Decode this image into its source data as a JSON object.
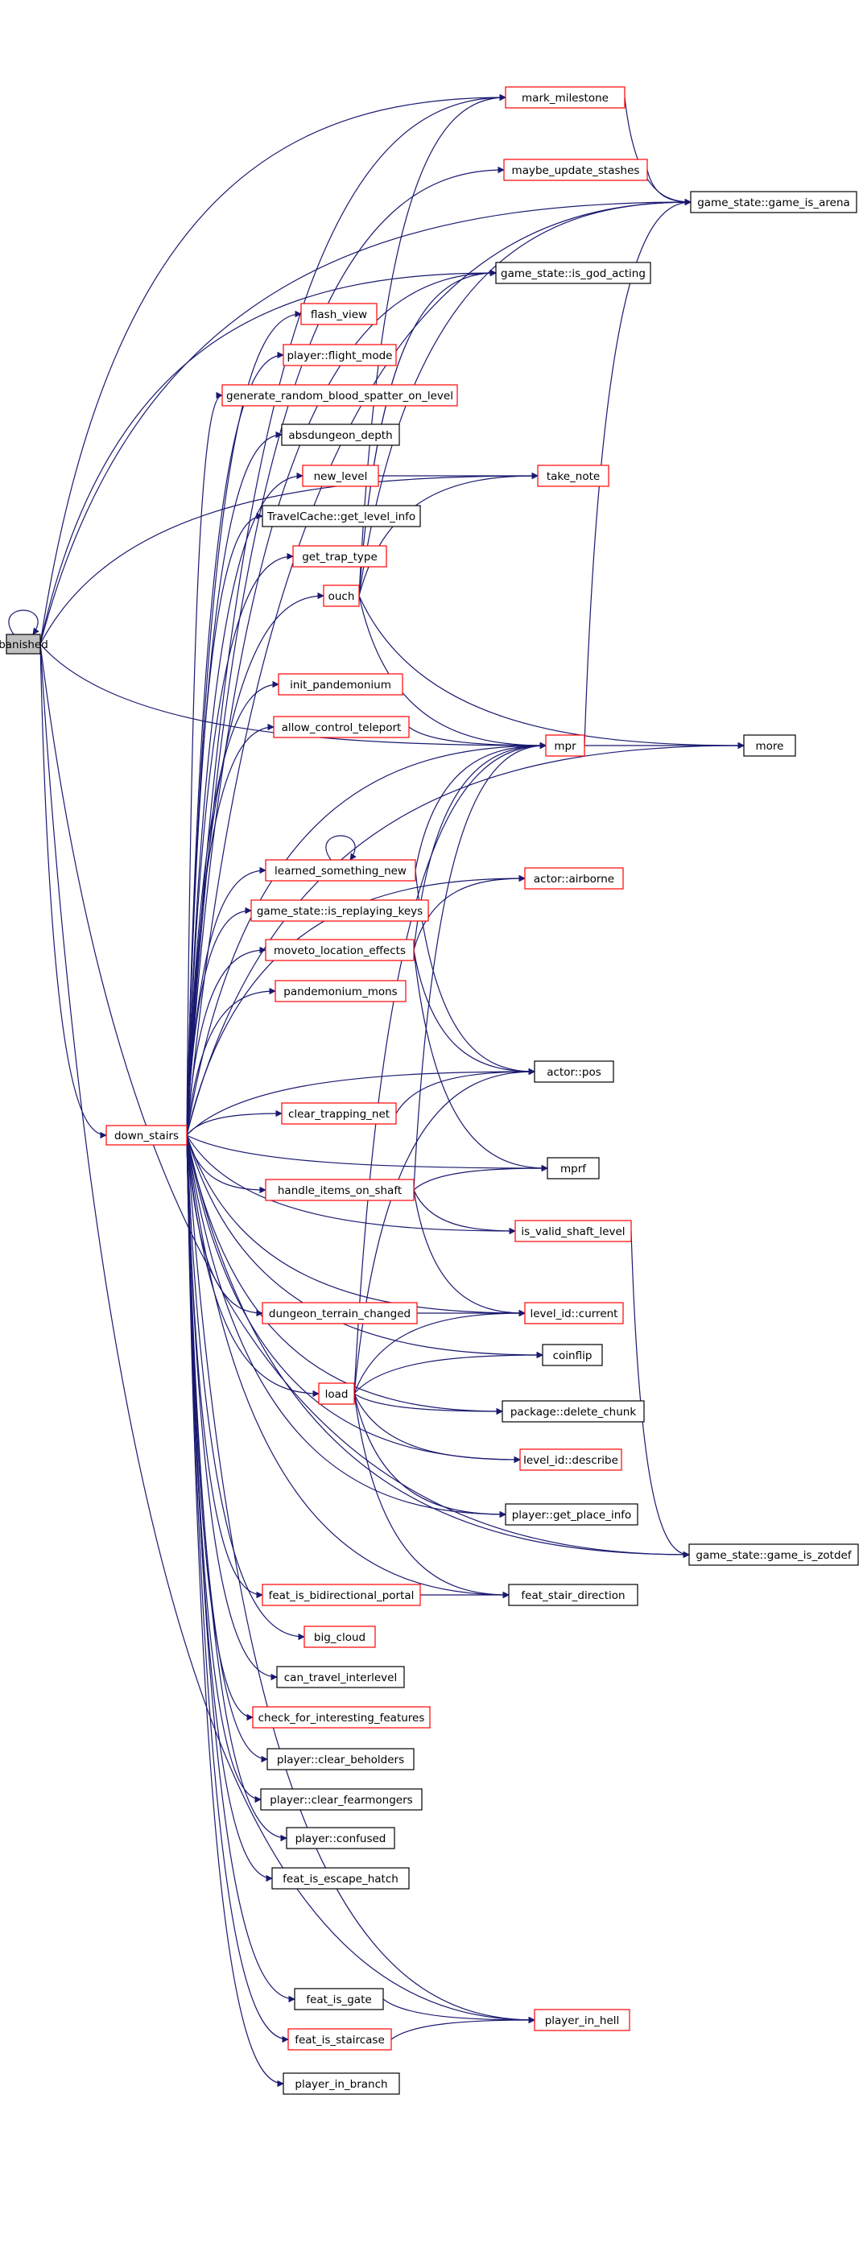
{
  "graph": {
    "colors": {
      "edge": "#191970",
      "incomplete_border": "#ff0000",
      "complete_border": "#000000",
      "root_fill": "#bfbfbf"
    },
    "nodes": [
      {
        "id": "banished",
        "label": "banished",
        "style": "root"
      },
      {
        "id": "down_stairs",
        "label": "down_stairs",
        "style": "red"
      },
      {
        "id": "mark_milestone",
        "label": "mark_milestone",
        "style": "red"
      },
      {
        "id": "maybe_update_stashes",
        "label": "maybe_update_stashes",
        "style": "red"
      },
      {
        "id": "game_is_arena",
        "label": "game_state::game_is_arena",
        "style": "black"
      },
      {
        "id": "is_god_acting",
        "label": "game_state::is_god_acting",
        "style": "black"
      },
      {
        "id": "flash_view",
        "label": "flash_view",
        "style": "red"
      },
      {
        "id": "flight_mode",
        "label": "player::flight_mode",
        "style": "red"
      },
      {
        "id": "blood_spatter",
        "label": "generate_random_blood_spatter_on_level",
        "style": "red"
      },
      {
        "id": "absdungeon_depth",
        "label": "absdungeon_depth",
        "style": "black"
      },
      {
        "id": "new_level",
        "label": "new_level",
        "style": "red"
      },
      {
        "id": "take_note",
        "label": "take_note",
        "style": "red"
      },
      {
        "id": "get_level_info",
        "label": "TravelCache::get_level_info",
        "style": "black"
      },
      {
        "id": "get_trap_type",
        "label": "get_trap_type",
        "style": "red"
      },
      {
        "id": "ouch",
        "label": "ouch",
        "style": "red"
      },
      {
        "id": "init_pandemonium",
        "label": "init_pandemonium",
        "style": "red"
      },
      {
        "id": "allow_control_teleport",
        "label": "allow_control_teleport",
        "style": "red"
      },
      {
        "id": "mpr",
        "label": "mpr",
        "style": "red"
      },
      {
        "id": "more",
        "label": "more",
        "style": "black"
      },
      {
        "id": "learned_something_new",
        "label": "learned_something_new",
        "style": "red"
      },
      {
        "id": "actor_airborne",
        "label": "actor::airborne",
        "style": "red"
      },
      {
        "id": "is_replaying_keys",
        "label": "game_state::is_replaying_keys",
        "style": "red"
      },
      {
        "id": "moveto_location_effects",
        "label": "moveto_location_effects",
        "style": "red"
      },
      {
        "id": "pandemonium_mons",
        "label": "pandemonium_mons",
        "style": "red"
      },
      {
        "id": "actor_pos",
        "label": "actor::pos",
        "style": "black"
      },
      {
        "id": "clear_trapping_net",
        "label": "clear_trapping_net",
        "style": "red"
      },
      {
        "id": "mprf",
        "label": "mprf",
        "style": "black"
      },
      {
        "id": "handle_items_on_shaft",
        "label": "handle_items_on_shaft",
        "style": "red"
      },
      {
        "id": "is_valid_shaft_level",
        "label": "is_valid_shaft_level",
        "style": "red"
      },
      {
        "id": "dungeon_terrain_changed",
        "label": "dungeon_terrain_changed",
        "style": "red"
      },
      {
        "id": "level_id_current",
        "label": "level_id::current",
        "style": "red"
      },
      {
        "id": "coinflip",
        "label": "coinflip",
        "style": "black"
      },
      {
        "id": "load",
        "label": "load",
        "style": "red"
      },
      {
        "id": "delete_chunk",
        "label": "package::delete_chunk",
        "style": "black"
      },
      {
        "id": "level_id_describe",
        "label": "level_id::describe",
        "style": "red"
      },
      {
        "id": "get_place_info",
        "label": "player::get_place_info",
        "style": "black"
      },
      {
        "id": "game_is_zotdef",
        "label": "game_state::game_is_zotdef",
        "style": "black"
      },
      {
        "id": "feat_is_bidirectional_portal",
        "label": "feat_is_bidirectional_portal",
        "style": "red"
      },
      {
        "id": "feat_stair_direction",
        "label": "feat_stair_direction",
        "style": "black"
      },
      {
        "id": "big_cloud",
        "label": "big_cloud",
        "style": "red"
      },
      {
        "id": "can_travel_interlevel",
        "label": "can_travel_interlevel",
        "style": "black"
      },
      {
        "id": "check_for_interesting_features",
        "label": "check_for_interesting_features",
        "style": "red"
      },
      {
        "id": "clear_beholders",
        "label": "player::clear_beholders",
        "style": "black"
      },
      {
        "id": "clear_fearmongers",
        "label": "player::clear_fearmongers",
        "style": "black"
      },
      {
        "id": "player_confused",
        "label": "player::confused",
        "style": "black"
      },
      {
        "id": "feat_is_escape_hatch",
        "label": "feat_is_escape_hatch",
        "style": "black"
      },
      {
        "id": "feat_is_gate",
        "label": "feat_is_gate",
        "style": "black"
      },
      {
        "id": "feat_is_staircase",
        "label": "feat_is_staircase",
        "style": "red"
      },
      {
        "id": "player_in_hell",
        "label": "player_in_hell",
        "style": "red"
      },
      {
        "id": "player_in_branch",
        "label": "player_in_branch",
        "style": "black"
      }
    ],
    "edges": [
      [
        "banished",
        "banished"
      ],
      [
        "banished",
        "down_stairs"
      ],
      [
        "banished",
        "mark_milestone"
      ],
      [
        "banished",
        "game_is_arena"
      ],
      [
        "banished",
        "is_god_acting"
      ],
      [
        "banished",
        "take_note"
      ],
      [
        "banished",
        "mpr"
      ],
      [
        "banished",
        "player_in_hell"
      ],
      [
        "banished",
        "game_is_zotdef"
      ],
      [
        "down_stairs",
        "mark_milestone"
      ],
      [
        "down_stairs",
        "maybe_update_stashes"
      ],
      [
        "down_stairs",
        "game_is_arena"
      ],
      [
        "down_stairs",
        "is_god_acting"
      ],
      [
        "down_stairs",
        "flash_view"
      ],
      [
        "down_stairs",
        "flight_mode"
      ],
      [
        "down_stairs",
        "blood_spatter"
      ],
      [
        "down_stairs",
        "absdungeon_depth"
      ],
      [
        "down_stairs",
        "new_level"
      ],
      [
        "down_stairs",
        "get_level_info"
      ],
      [
        "down_stairs",
        "get_trap_type"
      ],
      [
        "down_stairs",
        "ouch"
      ],
      [
        "down_stairs",
        "init_pandemonium"
      ],
      [
        "down_stairs",
        "allow_control_teleport"
      ],
      [
        "down_stairs",
        "mpr"
      ],
      [
        "down_stairs",
        "learned_something_new"
      ],
      [
        "down_stairs",
        "actor_airborne"
      ],
      [
        "down_stairs",
        "is_replaying_keys"
      ],
      [
        "down_stairs",
        "moveto_location_effects"
      ],
      [
        "down_stairs",
        "pandemonium_mons"
      ],
      [
        "down_stairs",
        "more"
      ],
      [
        "down_stairs",
        "actor_pos"
      ],
      [
        "down_stairs",
        "clear_trapping_net"
      ],
      [
        "down_stairs",
        "mprf"
      ],
      [
        "down_stairs",
        "handle_items_on_shaft"
      ],
      [
        "down_stairs",
        "is_valid_shaft_level"
      ],
      [
        "down_stairs",
        "dungeon_terrain_changed"
      ],
      [
        "down_stairs",
        "level_id_current"
      ],
      [
        "down_stairs",
        "coinflip"
      ],
      [
        "down_stairs",
        "load"
      ],
      [
        "down_stairs",
        "delete_chunk"
      ],
      [
        "down_stairs",
        "level_id_describe"
      ],
      [
        "down_stairs",
        "get_place_info"
      ],
      [
        "down_stairs",
        "game_is_zotdef"
      ],
      [
        "down_stairs",
        "feat_is_bidirectional_portal"
      ],
      [
        "down_stairs",
        "feat_stair_direction"
      ],
      [
        "down_stairs",
        "big_cloud"
      ],
      [
        "down_stairs",
        "can_travel_interlevel"
      ],
      [
        "down_stairs",
        "check_for_interesting_features"
      ],
      [
        "down_stairs",
        "clear_beholders"
      ],
      [
        "down_stairs",
        "clear_fearmongers"
      ],
      [
        "down_stairs",
        "player_confused"
      ],
      [
        "down_stairs",
        "feat_is_escape_hatch"
      ],
      [
        "down_stairs",
        "feat_is_gate"
      ],
      [
        "down_stairs",
        "feat_is_staircase"
      ],
      [
        "down_stairs",
        "player_in_hell"
      ],
      [
        "down_stairs",
        "player_in_branch"
      ],
      [
        "mark_milestone",
        "game_is_arena"
      ],
      [
        "maybe_update_stashes",
        "game_is_arena"
      ],
      [
        "new_level",
        "take_note"
      ],
      [
        "ouch",
        "mark_milestone"
      ],
      [
        "ouch",
        "game_is_arena"
      ],
      [
        "ouch",
        "is_god_acting"
      ],
      [
        "ouch",
        "take_note"
      ],
      [
        "ouch",
        "mpr"
      ],
      [
        "ouch",
        "more"
      ],
      [
        "allow_control_teleport",
        "mpr"
      ],
      [
        "mpr",
        "more"
      ],
      [
        "mpr",
        "game_is_arena"
      ],
      [
        "learned_something_new",
        "learned_something_new"
      ],
      [
        "learned_something_new",
        "mpr"
      ],
      [
        "learned_something_new",
        "actor_pos"
      ],
      [
        "moveto_location_effects",
        "actor_airborne"
      ],
      [
        "moveto_location_effects",
        "mpr"
      ],
      [
        "moveto_location_effects",
        "actor_pos"
      ],
      [
        "moveto_location_effects",
        "mprf"
      ],
      [
        "clear_trapping_net",
        "actor_pos"
      ],
      [
        "handle_items_on_shaft",
        "mpr"
      ],
      [
        "handle_items_on_shaft",
        "mprf"
      ],
      [
        "handle_items_on_shaft",
        "is_valid_shaft_level"
      ],
      [
        "handle_items_on_shaft",
        "level_id_current"
      ],
      [
        "is_valid_shaft_level",
        "game_is_zotdef"
      ],
      [
        "dungeon_terrain_changed",
        "level_id_current"
      ],
      [
        "load",
        "mpr"
      ],
      [
        "load",
        "actor_pos"
      ],
      [
        "load",
        "level_id_current"
      ],
      [
        "load",
        "coinflip"
      ],
      [
        "load",
        "delete_chunk"
      ],
      [
        "load",
        "level_id_describe"
      ],
      [
        "load",
        "get_place_info"
      ],
      [
        "load",
        "feat_stair_direction"
      ],
      [
        "feat_is_bidirectional_portal",
        "feat_stair_direction"
      ],
      [
        "feat_is_gate",
        "player_in_hell"
      ],
      [
        "feat_is_staircase",
        "player_in_hell"
      ]
    ]
  }
}
